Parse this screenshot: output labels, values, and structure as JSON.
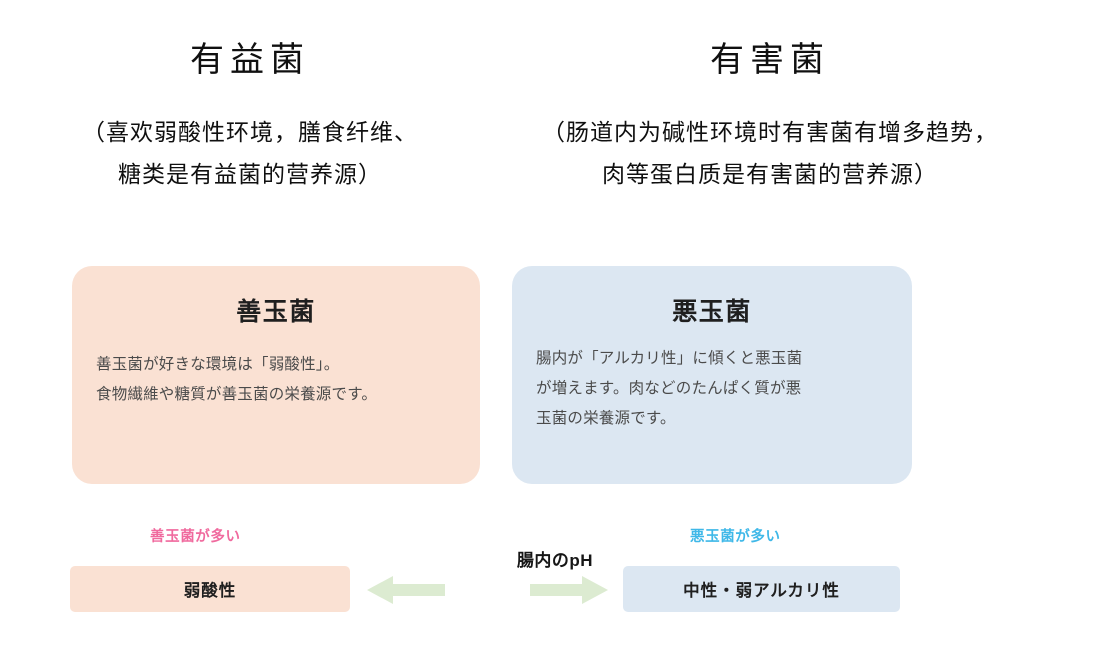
{
  "top": {
    "columns": [
      {
        "title": "有益菌",
        "sub_line1": "（喜欢弱酸性环境，膳食纤维、",
        "sub_line2": "糖类是有益菌的营养源）"
      },
      {
        "title": "有害菌",
        "sub_line1": "（肠道内为碱性环境时有害菌有增多趋势，",
        "sub_line2": "肉等蛋白质是有害菌的营养源）"
      }
    ]
  },
  "cards": {
    "good": {
      "title": "善玉菌",
      "body_line1": "善玉菌が好きな環境は「弱酸性」。",
      "body_line2": "食物繊維や糖質が善玉菌の栄養源です。",
      "bg_color": "#FAE1D3"
    },
    "bad": {
      "title": "悪玉菌",
      "body_line1": "腸内が「アルカリ性」に傾くと悪玉菌",
      "body_line2": "が増えます。肉などのたんぱく質が悪",
      "body_line3": "玉菌の栄養源です。",
      "bg_color": "#DCE7F2"
    }
  },
  "ph_scale": {
    "center_label": "腸内のpH",
    "good_tag": "善玉菌が多い",
    "good_tag_color": "#F06A9E",
    "bad_tag": "悪玉菌が多い",
    "bad_tag_color": "#3FB8E8",
    "acid_label": "弱酸性",
    "alkaline_label": "中性・弱アルカリ性",
    "acid_bar_color": "#FAE1D3",
    "alkaline_bar_color": "#DCE7F2",
    "arrow_color": "#DCEBD1",
    "arrow_left_icon": "arrow-left-icon",
    "arrow_right_icon": "arrow-right-icon"
  }
}
